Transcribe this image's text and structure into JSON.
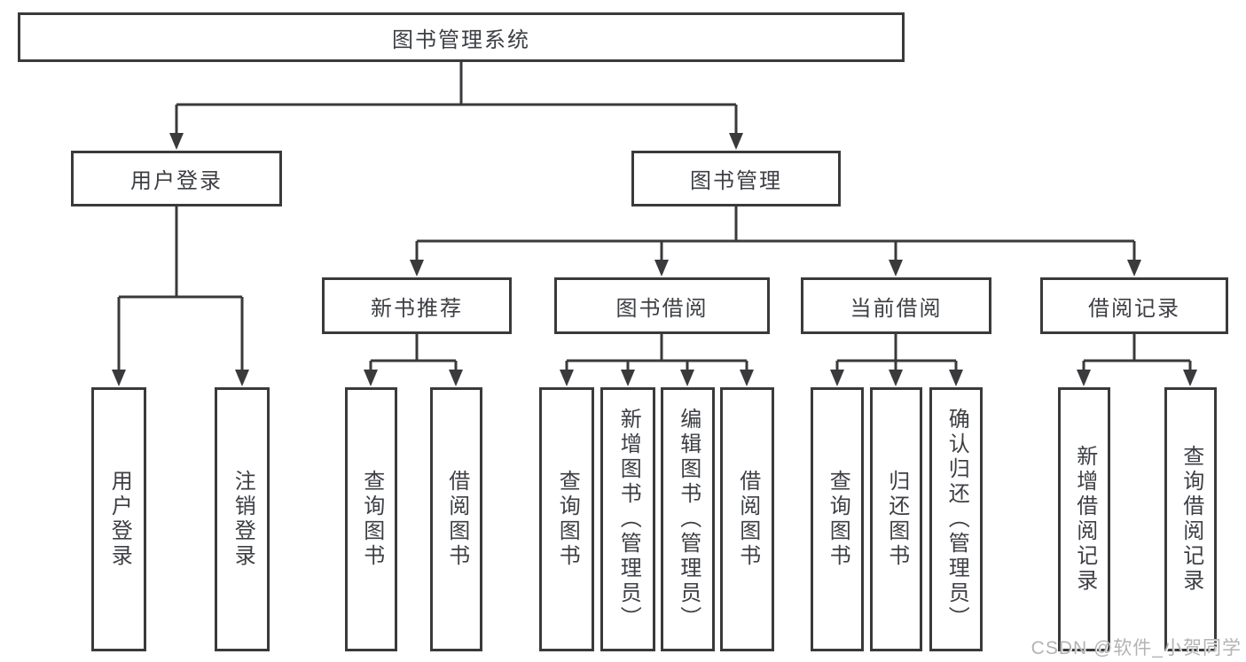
{
  "tree": {
    "root": "图书管理系统",
    "branches": [
      {
        "label": "用户登录",
        "children": [
          "用户登录",
          "注销登录"
        ]
      },
      {
        "label": "图书管理",
        "sections": [
          {
            "label": "新书推荐",
            "children": [
              "查询图书",
              "借阅图书"
            ]
          },
          {
            "label": "图书借阅",
            "children": [
              "查询图书",
              "新增图书（管理员）",
              "编辑图书（管理员）",
              "借阅图书"
            ]
          },
          {
            "label": "当前借阅",
            "children": [
              "查询图书",
              "归还图书",
              "确认归还（管理员）"
            ]
          },
          {
            "label": "借阅记录",
            "children": [
              "新增借阅记录",
              "查询借阅记录"
            ]
          }
        ]
      }
    ]
  },
  "watermark": "CSDN @软件_小贺同学",
  "colors": {
    "line": "#3a3a3c",
    "text": "#3d3f44",
    "watermark": "#b3b3b3"
  }
}
